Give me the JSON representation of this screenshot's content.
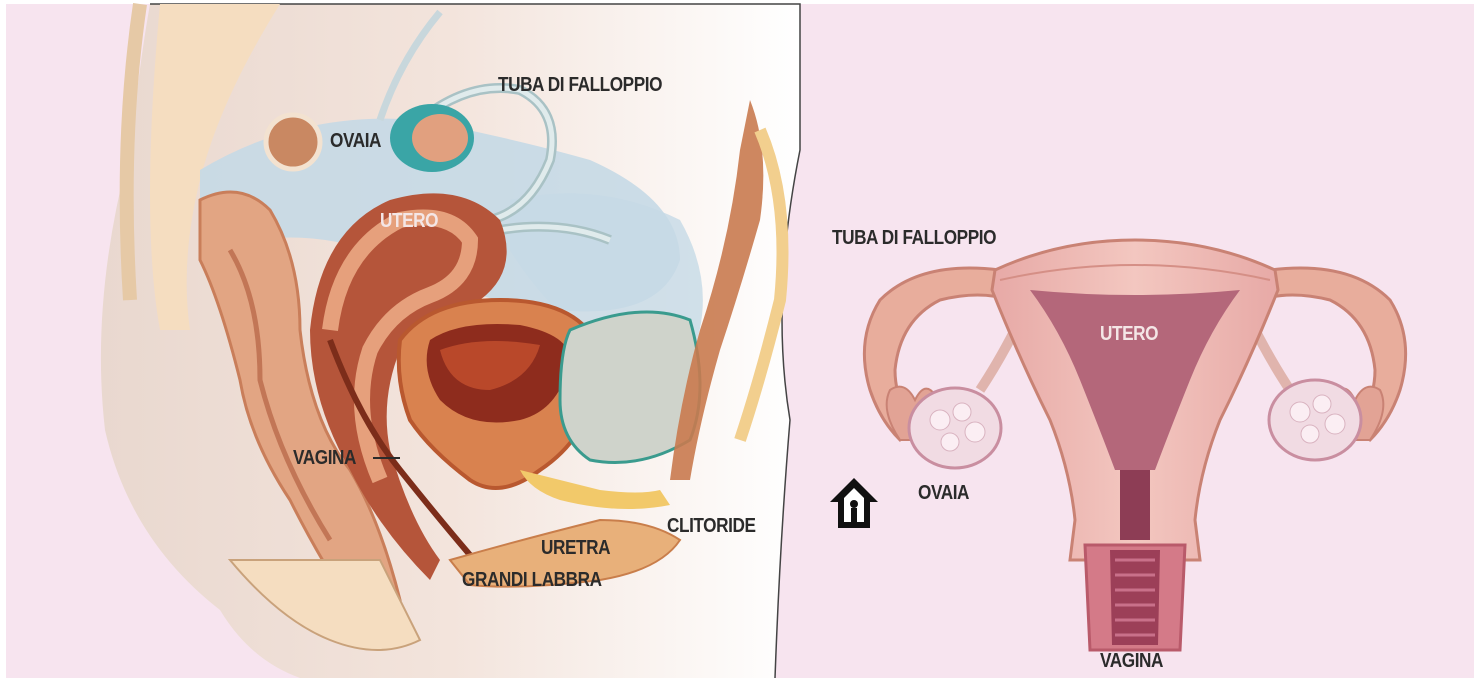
{
  "side_view": {
    "labels": {
      "tuba": "TUBA DI FALLOPPIO",
      "ovaia": "OVAIA",
      "utero": "UTERO",
      "vagina": "VAGINA",
      "clitoride": "CLITORIDE",
      "uretra": "URETRA",
      "grandi_labbra": "GRANDI LABBRA"
    }
  },
  "front_view": {
    "labels": {
      "tuba": "TUBA DI FALLOPPIO",
      "utero": "UTERO",
      "ovaia": "OVAIA",
      "vagina": "VAGINA"
    }
  },
  "home_icon": "home-icon",
  "colors": {
    "background": "#f7e4ef",
    "skin": "#f5ddc0",
    "uterus": "#b45a3a",
    "front_uterus": "#b4677a",
    "ovary": "#f1dbe3",
    "label": "#2b2b2b"
  }
}
